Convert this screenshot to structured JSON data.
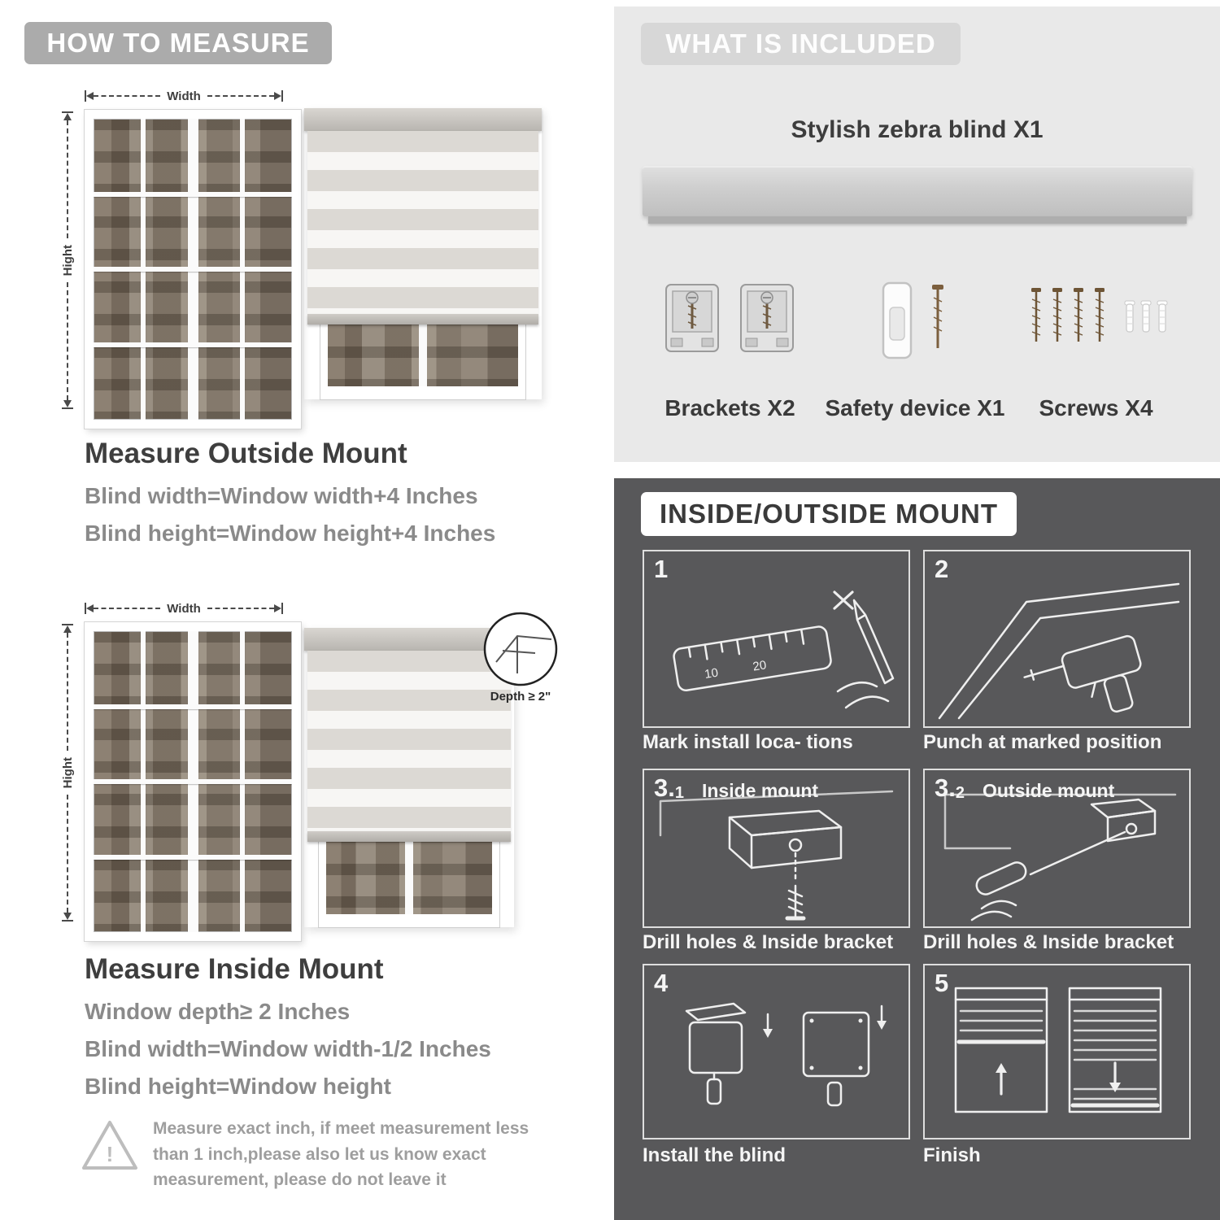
{
  "how_to_measure": {
    "header": "HOW TO MEASURE",
    "width_label": "Width",
    "height_label": "Hight",
    "outside": {
      "heading": "Measure Outside Mount",
      "lines": [
        "Blind width=Window width+4 Inches",
        "Blind height=Window height+4 Inches"
      ]
    },
    "inside": {
      "heading": "Measure Inside Mount",
      "depth_label": "Depth ≥ 2\"",
      "lines": [
        "Window depth≥ 2 Inches",
        "Blind width=Window width-1/2 Inches",
        "Blind height=Window height"
      ]
    },
    "warning": {
      "mark": "!",
      "text": "Measure exact inch, if meet measurement less than 1 inch,please also let us know exact measurement, please do not leave it"
    }
  },
  "included": {
    "header": "WHAT IS INCLUDED",
    "blind_label": "Stylish zebra blind X1",
    "items": [
      {
        "label": "Brackets X2"
      },
      {
        "label": "Safety device X1"
      },
      {
        "label": "Screws X4"
      }
    ]
  },
  "mount_guide": {
    "header": "INSIDE/OUTSIDE MOUNT",
    "steps": [
      {
        "num": "1",
        "numsub": "",
        "sublabel": "",
        "caption": "Mark install loca- tions",
        "ruler_marks": [
          "10",
          "20"
        ]
      },
      {
        "num": "2",
        "numsub": "",
        "sublabel": "",
        "caption": "Punch at marked position"
      },
      {
        "num": "3.",
        "numsub": "1",
        "sublabel": "Inside mount",
        "caption": "Drill holes & Inside bracket"
      },
      {
        "num": "3.",
        "numsub": "2",
        "sublabel": "Outside mount",
        "caption": "Drill holes & Inside bracket"
      },
      {
        "num": "4",
        "numsub": "",
        "sublabel": "",
        "caption": "Install the blind"
      },
      {
        "num": "5",
        "numsub": "",
        "sublabel": "",
        "caption": "Finish"
      }
    ]
  },
  "colors": {
    "pill_gray": "#ababab",
    "included_bg": "#e9e9e9",
    "included_pill_bg": "#d7d7d7",
    "dark_bg": "#58585a",
    "heading_text": "#3e3e3e",
    "formula_text": "#8a8a8a"
  }
}
